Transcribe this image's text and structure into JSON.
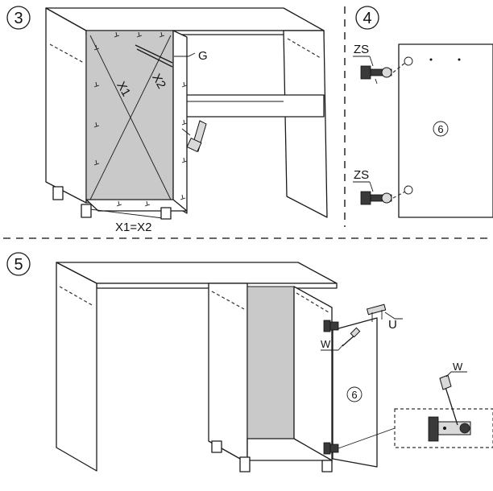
{
  "steps": [
    {
      "number": "3",
      "labels": {
        "g": "G",
        "x1": "X1",
        "x2": "X2",
        "equation": "X1=X2"
      }
    },
    {
      "number": "4",
      "labels": {
        "zs_top": "ZS",
        "zs_bottom": "ZS",
        "door": "6"
      }
    },
    {
      "number": "5",
      "labels": {
        "u": "U",
        "w_left": "W",
        "door": "6",
        "w_detail": "W"
      }
    }
  ],
  "colors": {
    "line": "#1a1a1a",
    "shade": "#c9c9c9",
    "hardware": "#3a3a3a",
    "background": "#ffffff"
  },
  "icons": [
    "screw-icon",
    "hammer-icon",
    "hinge-icon",
    "handle-icon",
    "screwdriver-icon"
  ]
}
